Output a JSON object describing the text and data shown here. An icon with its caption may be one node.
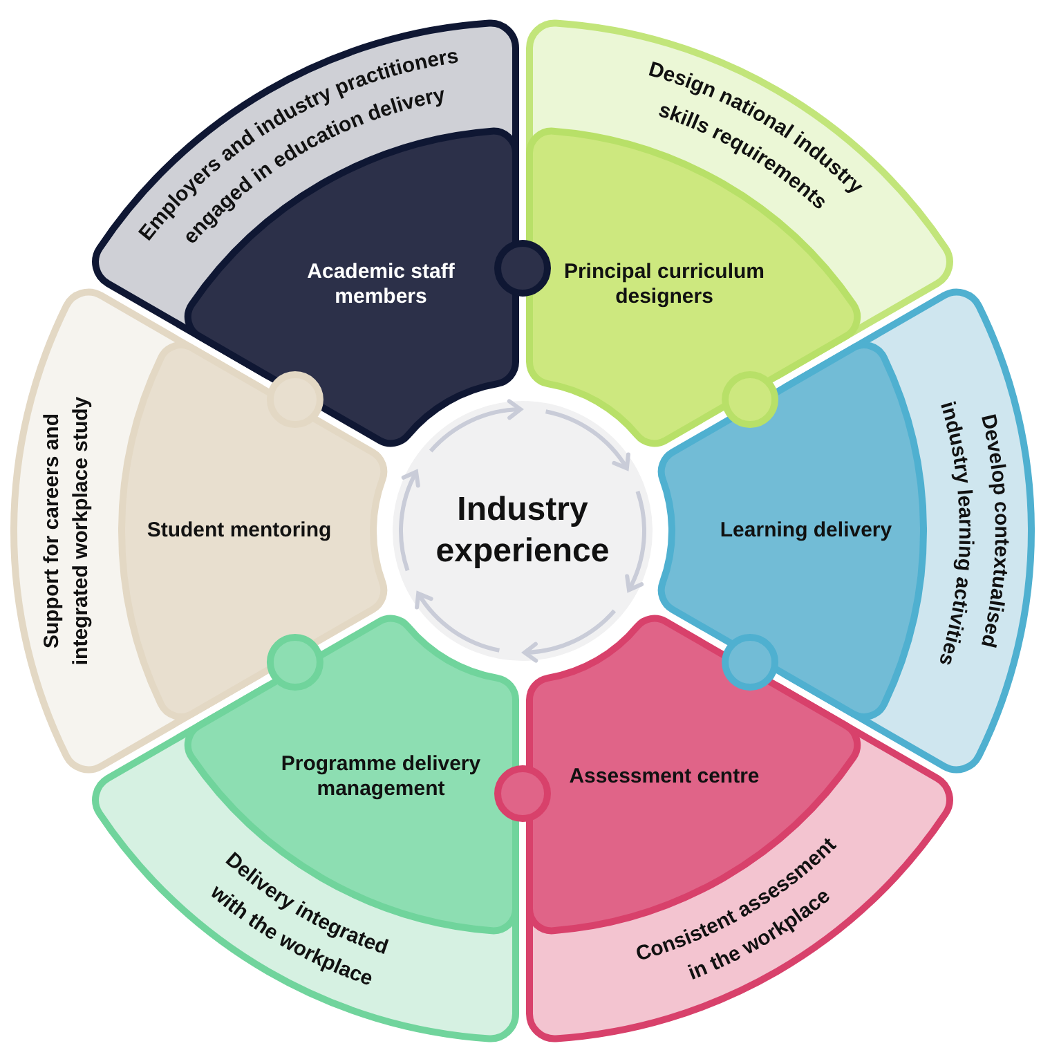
{
  "diagram": {
    "nodes": [
      {
        "text": [
          "Industry experience"
        ]
      },
      {
        "text": [
          "Academic staff members"
        ]
      },
      {
        "text": [
          "Employers and industry practitioners engaged in education delivery"
        ]
      },
      {
        "text": [
          "Principal curriculum designers"
        ]
      },
      {
        "text": [
          "Design national industry skills requirements"
        ]
      },
      {
        "text": [
          "Learning delivery"
        ]
      },
      {
        "text": [
          "Develop contextualised industry learning activities"
        ]
      },
      {
        "text": [
          "Assessment centre"
        ]
      },
      {
        "text": [
          "Consistent assessment in the workplace"
        ]
      },
      {
        "text": [
          "Programme delivery management"
        ]
      },
      {
        "text": [
          "Delivery integrated with the workplace"
        ]
      },
      {
        "text": [
          "Student mentoring"
        ]
      },
      {
        "text": [
          "Support for careers and integrated workplace study"
        ]
      }
    ]
  }
}
